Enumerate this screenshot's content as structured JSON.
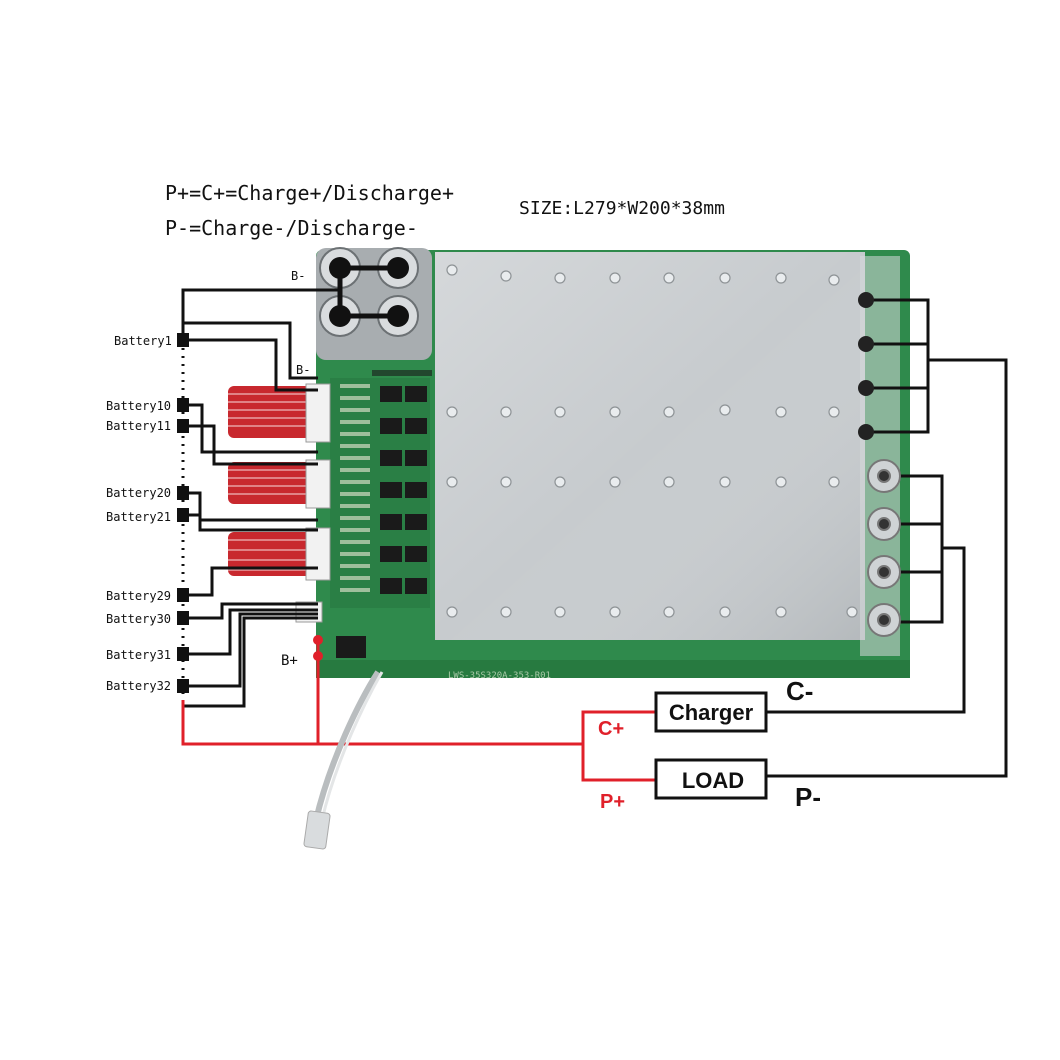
{
  "legend": {
    "line1": "P+=C+=Charge+/Discharge+",
    "line2": "P-=Charge-/Discharge-"
  },
  "size_text": "SIZE:L279*W200*38mm",
  "board": {
    "silkscreen": "LWS-35S320A-353-R01",
    "pcb_color": "#2f8a4c",
    "heatsink_color": "#c7cbce"
  },
  "terminals": {
    "b_minus_top": "B-",
    "b_minus_mid": "B-",
    "b_plus": "B+"
  },
  "batteries": [
    {
      "label": "Battery1"
    },
    {
      "label": "Battery10"
    },
    {
      "label": "Battery11"
    },
    {
      "label": "Battery20"
    },
    {
      "label": "Battery21"
    },
    {
      "label": "Battery29"
    },
    {
      "label": "Battery30"
    },
    {
      "label": "Battery31"
    },
    {
      "label": "Battery32"
    }
  ],
  "devices": {
    "charger": "Charger",
    "load": "LOAD"
  },
  "connections": {
    "c_minus": "C-",
    "c_plus": "C+",
    "p_plus": "P+",
    "p_minus": "P-"
  },
  "colors": {
    "positive_wire": "#e0202a",
    "negative_wire": "#111111",
    "cable_red": "#c8282e"
  }
}
